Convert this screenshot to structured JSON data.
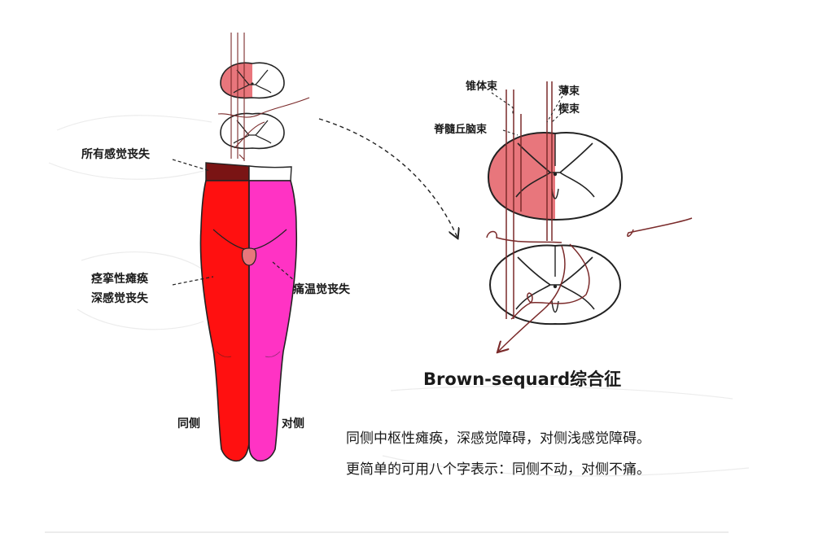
{
  "labels": {
    "all_sensation_loss": "所有感觉丧失",
    "spastic_paralysis": "痉挛性瘫痪",
    "deep_sensation_loss": "深感觉丧失",
    "pain_temp_loss": "痛温觉丧失",
    "ipsilateral": "同侧",
    "contralateral": "对侧",
    "corticospinal": "锥体束",
    "gracile": "薄束",
    "cuneate": "楔束",
    "spinothalamic": "脊髓丘脑束"
  },
  "title": "Brown-sequard综合征",
  "description": [
    "同侧中枢性瘫痪，深感觉障碍，对侧浅感觉障碍。",
    "更简单的可用八个字表示：同侧不动，对侧不痛。"
  ],
  "colors": {
    "ipsilateral_leg": "#ff1010",
    "contralateral_leg": "#ff33c4",
    "lesion_band": "#7a1414",
    "lesion_section": "#e8767c",
    "tract_line": "#7a2a2a"
  }
}
